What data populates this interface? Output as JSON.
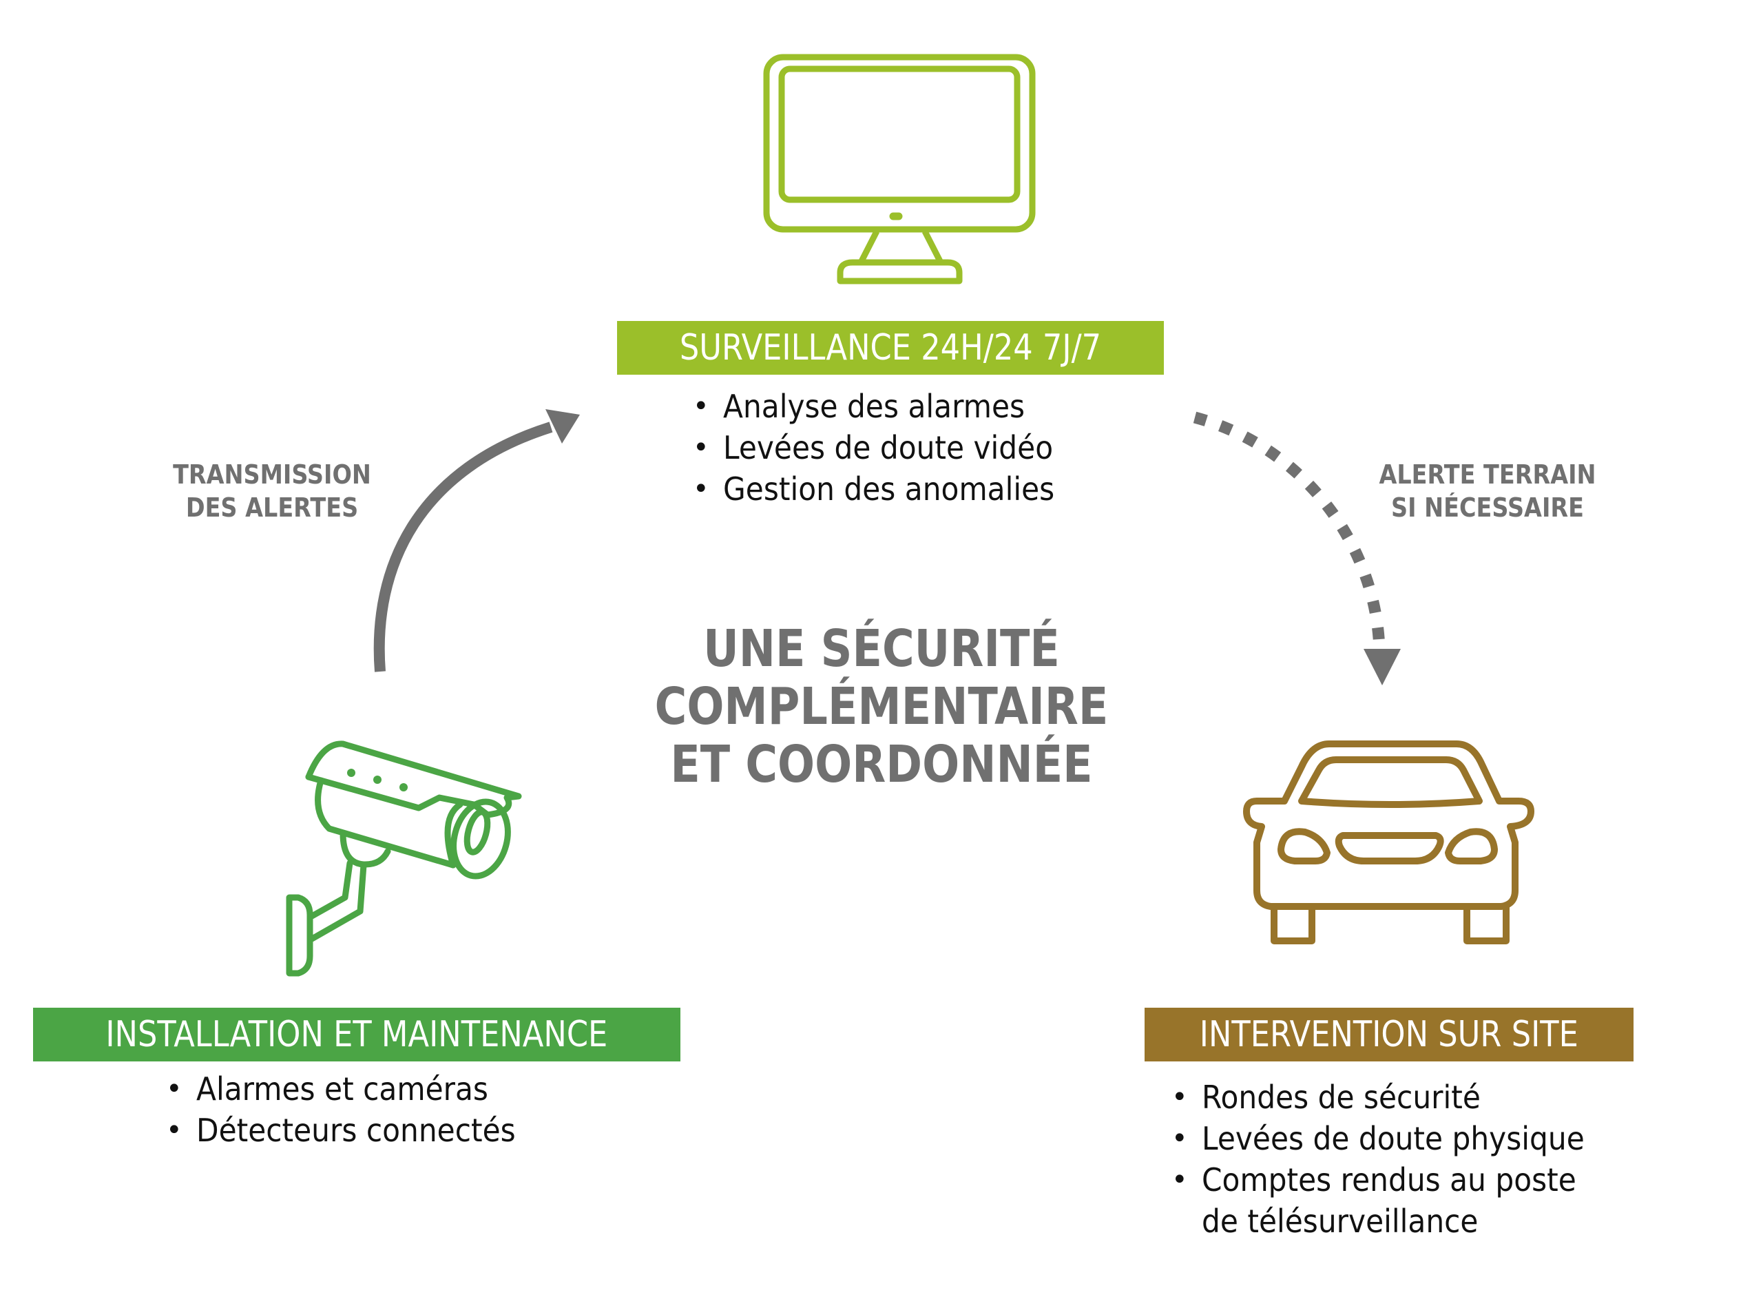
{
  "colors": {
    "surveillance": "#9BBF2A",
    "installation": "#4BA545",
    "intervention": "#98742A",
    "arrows": "#707070",
    "text": "#111111"
  },
  "center_title": {
    "lines": [
      "UNE SÉCURITÉ",
      "COMPLÉMENTAIRE",
      "ET COORDONNÉE"
    ]
  },
  "nodes": {
    "surveillance": {
      "icon": "monitor-icon",
      "title": "SURVEILLANCE 24H/24 7J/7",
      "items": [
        "Analyse des alarmes",
        "Levées de doute vidéo",
        "Gestion des anomalies"
      ]
    },
    "installation": {
      "icon": "security-camera-icon",
      "title": "INSTALLATION ET MAINTENANCE",
      "items": [
        "Alarmes et caméras",
        "Détecteurs connectés"
      ]
    },
    "intervention": {
      "icon": "car-icon",
      "title": "INTERVENTION SUR SITE",
      "items": [
        "Rondes de sécurité",
        "Levées de doute physique",
        "Comptes rendus au poste de télésurveillance"
      ],
      "items_display": [
        "Rondes de sécurité",
        "Levées de doute physique",
        "Comptes rendus au poste",
        "de télésurveillance"
      ]
    }
  },
  "arrows": {
    "transmission": {
      "style": "solid",
      "from": "installation",
      "to": "surveillance",
      "label_lines": [
        "TRANSMISSION",
        "DES ALERTES"
      ]
    },
    "alerte": {
      "style": "dotted",
      "from": "surveillance",
      "to": "intervention",
      "label_lines": [
        "ALERTE TERRAIN",
        "SI NÉCESSAIRE"
      ]
    }
  }
}
